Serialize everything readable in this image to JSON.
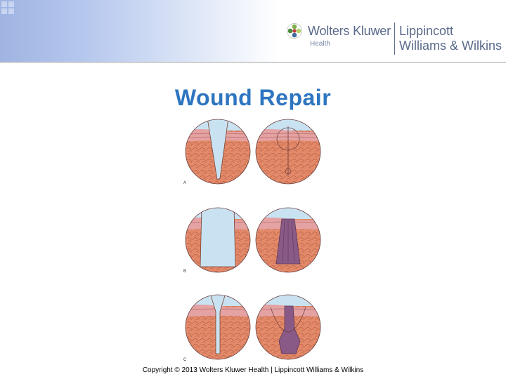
{
  "brand": {
    "company": "Wolters Kluwer",
    "division": "Health",
    "publisher_line1": "Lippincott",
    "publisher_line2": "Williams & Wilkins"
  },
  "slide": {
    "title": "Wound Repair"
  },
  "figure": {
    "panels": [
      {
        "label": "A"
      },
      {
        "label": "B"
      },
      {
        "label": "C"
      }
    ]
  },
  "footer": {
    "copyright": "Copyright © 2013 Wolters Kluwer Health | Lippincott Williams & Wilkins"
  },
  "colors": {
    "title": "#2e75c0",
    "header_gradient": "#9fb4e2",
    "skin_epidermis": "#e4a2a2",
    "dermis": "#e38a6a",
    "wound_gap": "#c9e2f1",
    "scar": "#8a5a86"
  }
}
